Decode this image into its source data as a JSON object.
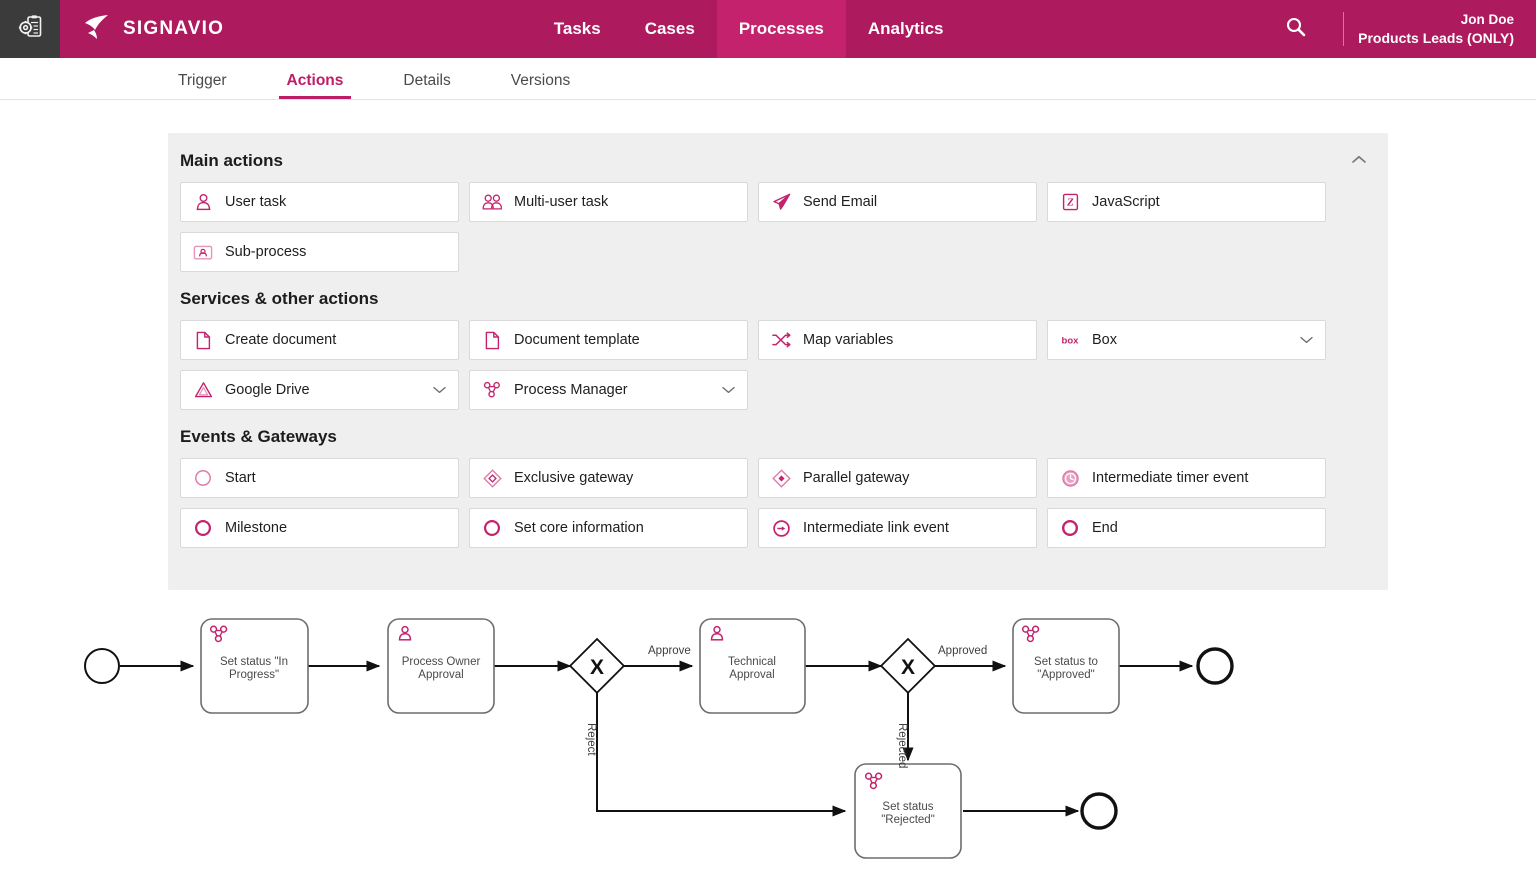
{
  "header": {
    "app_icon": "clipboard-gear-icon",
    "brand": "SIGNAVIO",
    "brand_logo": "signavio-bird-logo",
    "nav": [
      {
        "label": "Tasks",
        "active": false
      },
      {
        "label": "Cases",
        "active": false
      },
      {
        "label": "Processes",
        "active": true
      },
      {
        "label": "Analytics",
        "active": false
      }
    ],
    "search_icon": "search-icon",
    "user": {
      "name": "Jon Doe",
      "org": "Products Leads (ONLY)"
    },
    "colors": {
      "bar": "#AD1A5E",
      "active_tab": "#C4226D",
      "accent": "#BE1C65",
      "app_square": "#3b3b3b"
    }
  },
  "subtabs": [
    {
      "label": "Trigger",
      "active": false
    },
    {
      "label": "Actions",
      "active": true
    },
    {
      "label": "Details",
      "active": false
    },
    {
      "label": "Versions",
      "active": false
    }
  ],
  "panel": {
    "collapse_icon": "chevron-up-icon",
    "groups": [
      {
        "title": "Main actions",
        "items": [
          {
            "label": "User task",
            "icon": "user-task-icon",
            "dropdown": false
          },
          {
            "label": "Multi-user task",
            "icon": "multi-user-task-icon",
            "dropdown": false
          },
          {
            "label": "Send Email",
            "icon": "send-email-icon",
            "dropdown": false
          },
          {
            "label": "JavaScript",
            "icon": "javascript-icon",
            "dropdown": false
          },
          {
            "label": "Sub-process",
            "icon": "sub-process-icon",
            "dropdown": false
          }
        ]
      },
      {
        "title": "Services & other actions",
        "items": [
          {
            "label": "Create document",
            "icon": "document-icon",
            "dropdown": false
          },
          {
            "label": "Document template",
            "icon": "document-icon",
            "dropdown": false
          },
          {
            "label": "Map variables",
            "icon": "map-variables-icon",
            "dropdown": false
          },
          {
            "label": "Box",
            "icon": "box-icon",
            "dropdown": true
          },
          {
            "label": "Google Drive",
            "icon": "google-drive-icon",
            "dropdown": true
          },
          {
            "label": "Process Manager",
            "icon": "process-manager-icon",
            "dropdown": true
          }
        ]
      },
      {
        "title": "Events & Gateways",
        "items": [
          {
            "label": "Start",
            "icon": "start-event-icon",
            "dropdown": false
          },
          {
            "label": "Exclusive gateway",
            "icon": "exclusive-gateway-icon",
            "dropdown": false
          },
          {
            "label": "Parallel gateway",
            "icon": "parallel-gateway-icon",
            "dropdown": false
          },
          {
            "label": "Intermediate timer event",
            "icon": "timer-event-icon",
            "dropdown": false
          },
          {
            "label": "Milestone",
            "icon": "milestone-icon",
            "dropdown": false
          },
          {
            "label": "Set core information",
            "icon": "set-core-information-icon",
            "dropdown": false
          },
          {
            "label": "Intermediate link event",
            "icon": "link-event-icon",
            "dropdown": false
          },
          {
            "label": "End",
            "icon": "end-event-icon",
            "dropdown": false
          }
        ]
      }
    ]
  },
  "diagram": {
    "nodes": {
      "start": "",
      "task1_line1": "Set status \"In",
      "task1_line2": "Progress\"",
      "task2_line1": "Process Owner",
      "task2_line2": "Approval",
      "gateway1": "X",
      "task3_line1": "Technical",
      "task3_line2": "Approval",
      "gateway2": "X",
      "task4_line1": "Set status to",
      "task4_line2": "\"Approved\"",
      "task5_line1": "Set status",
      "task5_line2": "\"Rejected\""
    },
    "edge_labels": {
      "reject": "Reject",
      "approve": "Approve",
      "approved": "Approved",
      "rejected": "Rejected"
    }
  }
}
